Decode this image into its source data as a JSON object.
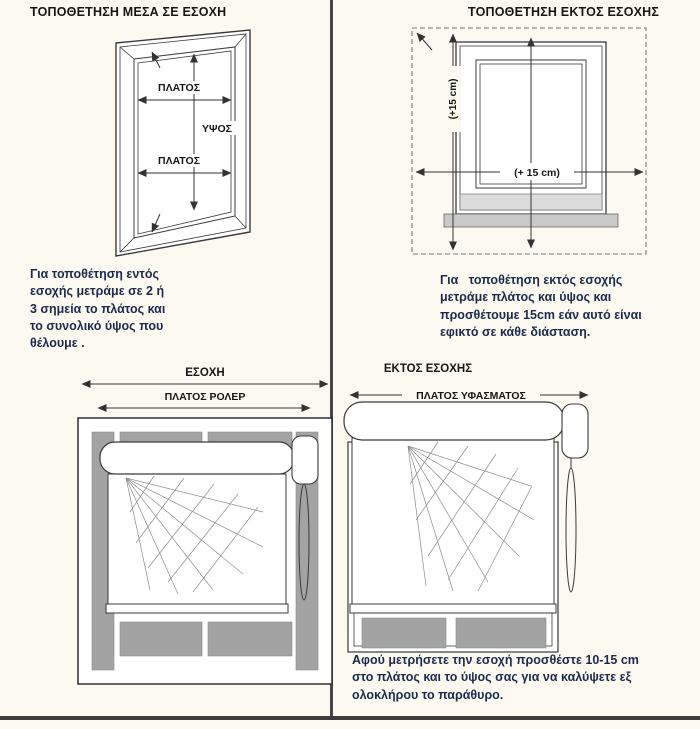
{
  "page": {
    "background": "#fcf9f1",
    "divider_color": "#474747",
    "accent_text_color": "#1c2b4d"
  },
  "inside_top": {
    "title": "ΤΟΠΟΘΕΤΗΣΗ ΜΕΣΑ ΣΕ ΕΣΟΧΗ",
    "width_label_top": "ΠΛΑΤΟΣ",
    "height_label": "ΥΨΟΣ",
    "width_label_bottom": "ΠΛΑΤΟΣ",
    "caption": "Για τοποθέτηση εντός\nεσοχής μετράμε σε 2 ή\n3 σημεία το πλάτος και\nτο συνολικό ύψος που\nθέλουμε ."
  },
  "outside_top": {
    "title": "ΤΟΠΟΘΕΤΗΣΗ ΕΚΤΟΣ ΕΣΟΧΗΣ",
    "height_plus_label": "(+15 cm)",
    "width_plus_label": "(+ 15 cm)",
    "caption": "Για   τοποθέτηση εκτός εσοχής\nμετράμε πλάτος και ύψος και\nπροσθέτουμε 15cm εάν αυτό είναι\nεφικτό σε κάθε διάσταση."
  },
  "inside_bottom": {
    "recess_label": "ΕΣΟΧΗ",
    "roller_width_label": "ΠΛΑΤΟΣ ΡΟΛΕΡ"
  },
  "outside_bottom": {
    "title": "ΕΚΤΟΣ ΕΣΟΧΗΣ",
    "fabric_width_label": "ΠΛΑΤΟΣ ΥΦΑΣΜΑΤΟΣ",
    "caption": "Αφού μετρήσετε την εσοχή προσθέστε 10-15 cm\nστο πλάτος και το ύψος σας για να καλύψετε εξ\nολοκλήρου το παράθυρο."
  }
}
